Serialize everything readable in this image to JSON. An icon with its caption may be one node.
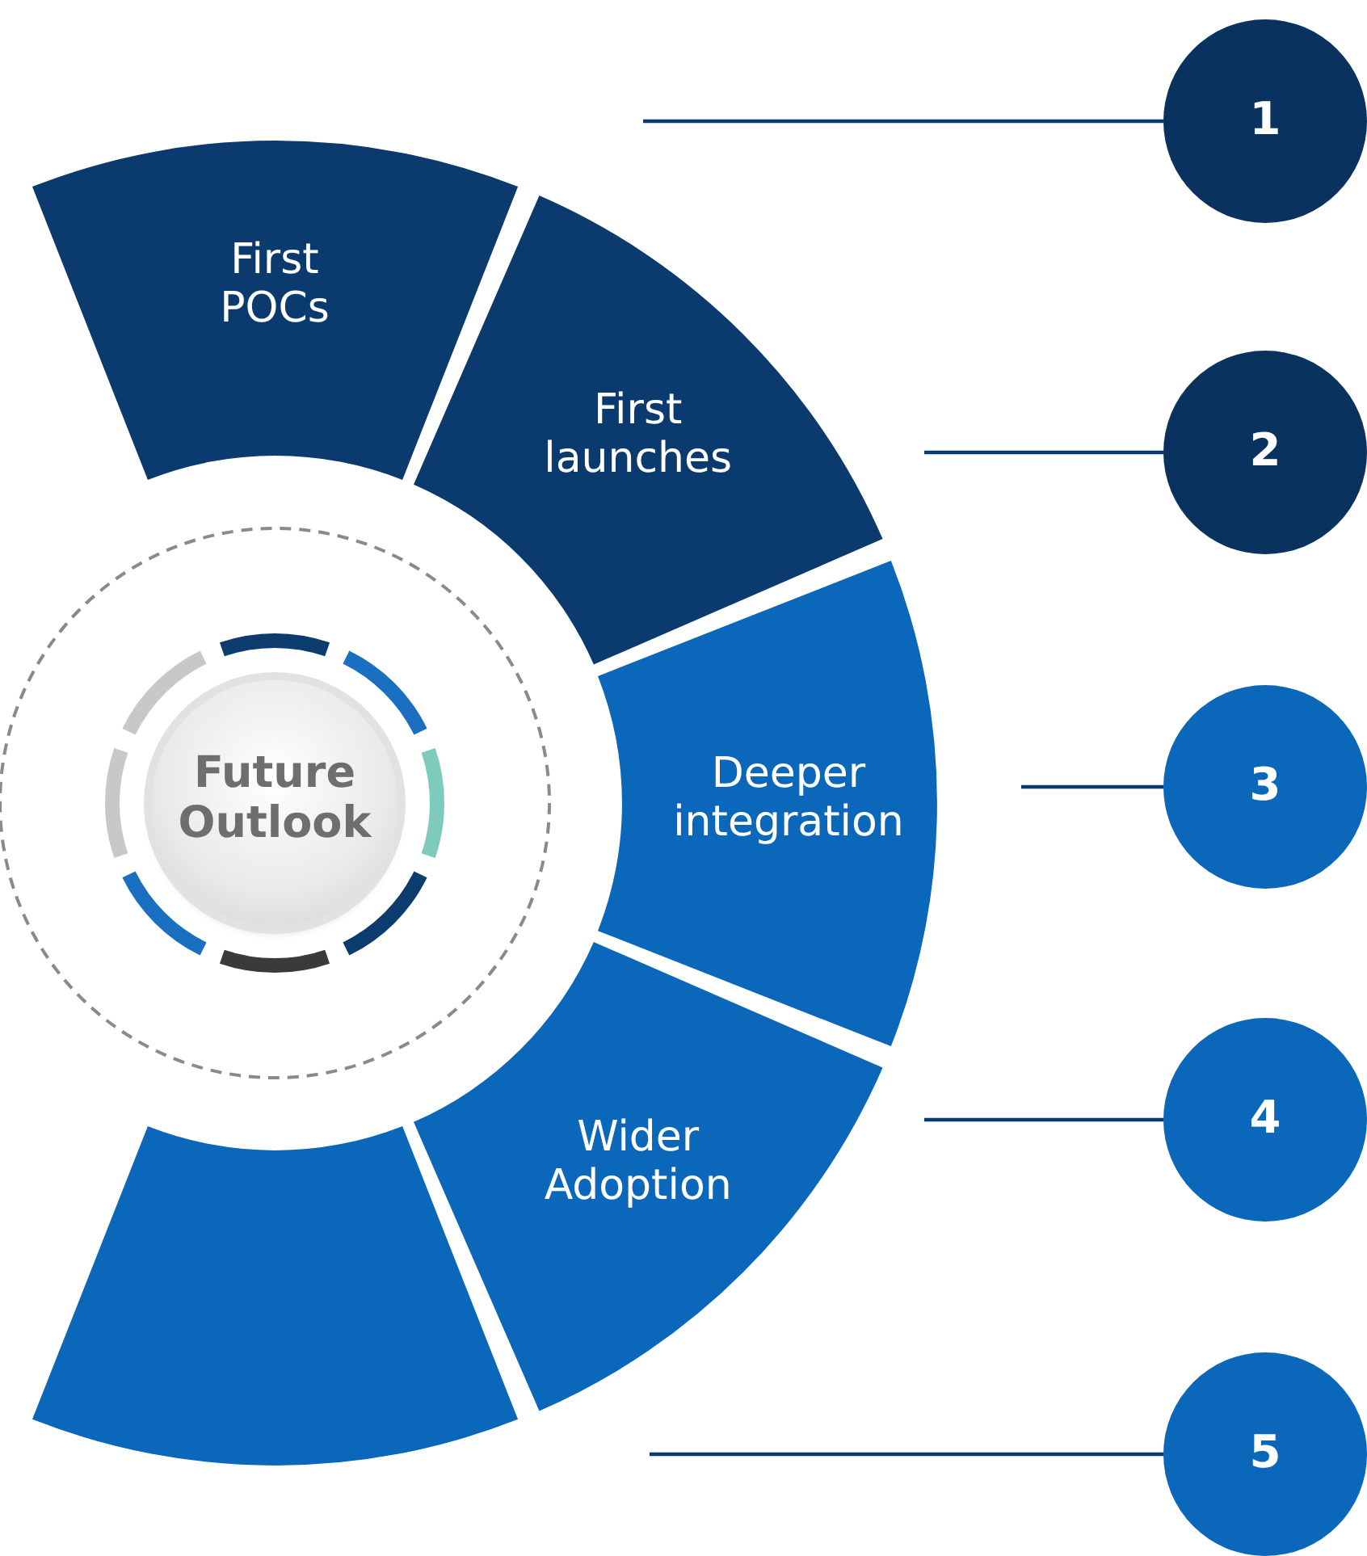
{
  "diagram": {
    "nodes": [
      {
        "text": [
          "First POCs"
        ]
      },
      {
        "text": [
          "First launches"
        ]
      },
      {
        "text": [
          "Deeper integration"
        ]
      },
      {
        "text": [
          "Wider Adoption"
        ]
      },
      {
        "text": [],
        "shape": "box"
      },
      {
        "text": [
          "Future Outlook"
        ]
      },
      {
        "text": [
          "1"
        ]
      },
      {
        "text": [
          "2"
        ]
      },
      {
        "text": [
          "3"
        ]
      },
      {
        "text": [
          "4"
        ]
      },
      {
        "text": [
          "5"
        ]
      }
    ],
    "edges": [
      {
        "from": 6,
        "to": null,
        "arrow": "none"
      },
      {
        "from": 7,
        "to": null,
        "arrow": "none"
      },
      {
        "from": 8,
        "to": null,
        "arrow": "none"
      },
      {
        "from": 9,
        "to": null,
        "arrow": "none"
      },
      {
        "from": 10,
        "to": null,
        "arrow": "none"
      }
    ]
  }
}
